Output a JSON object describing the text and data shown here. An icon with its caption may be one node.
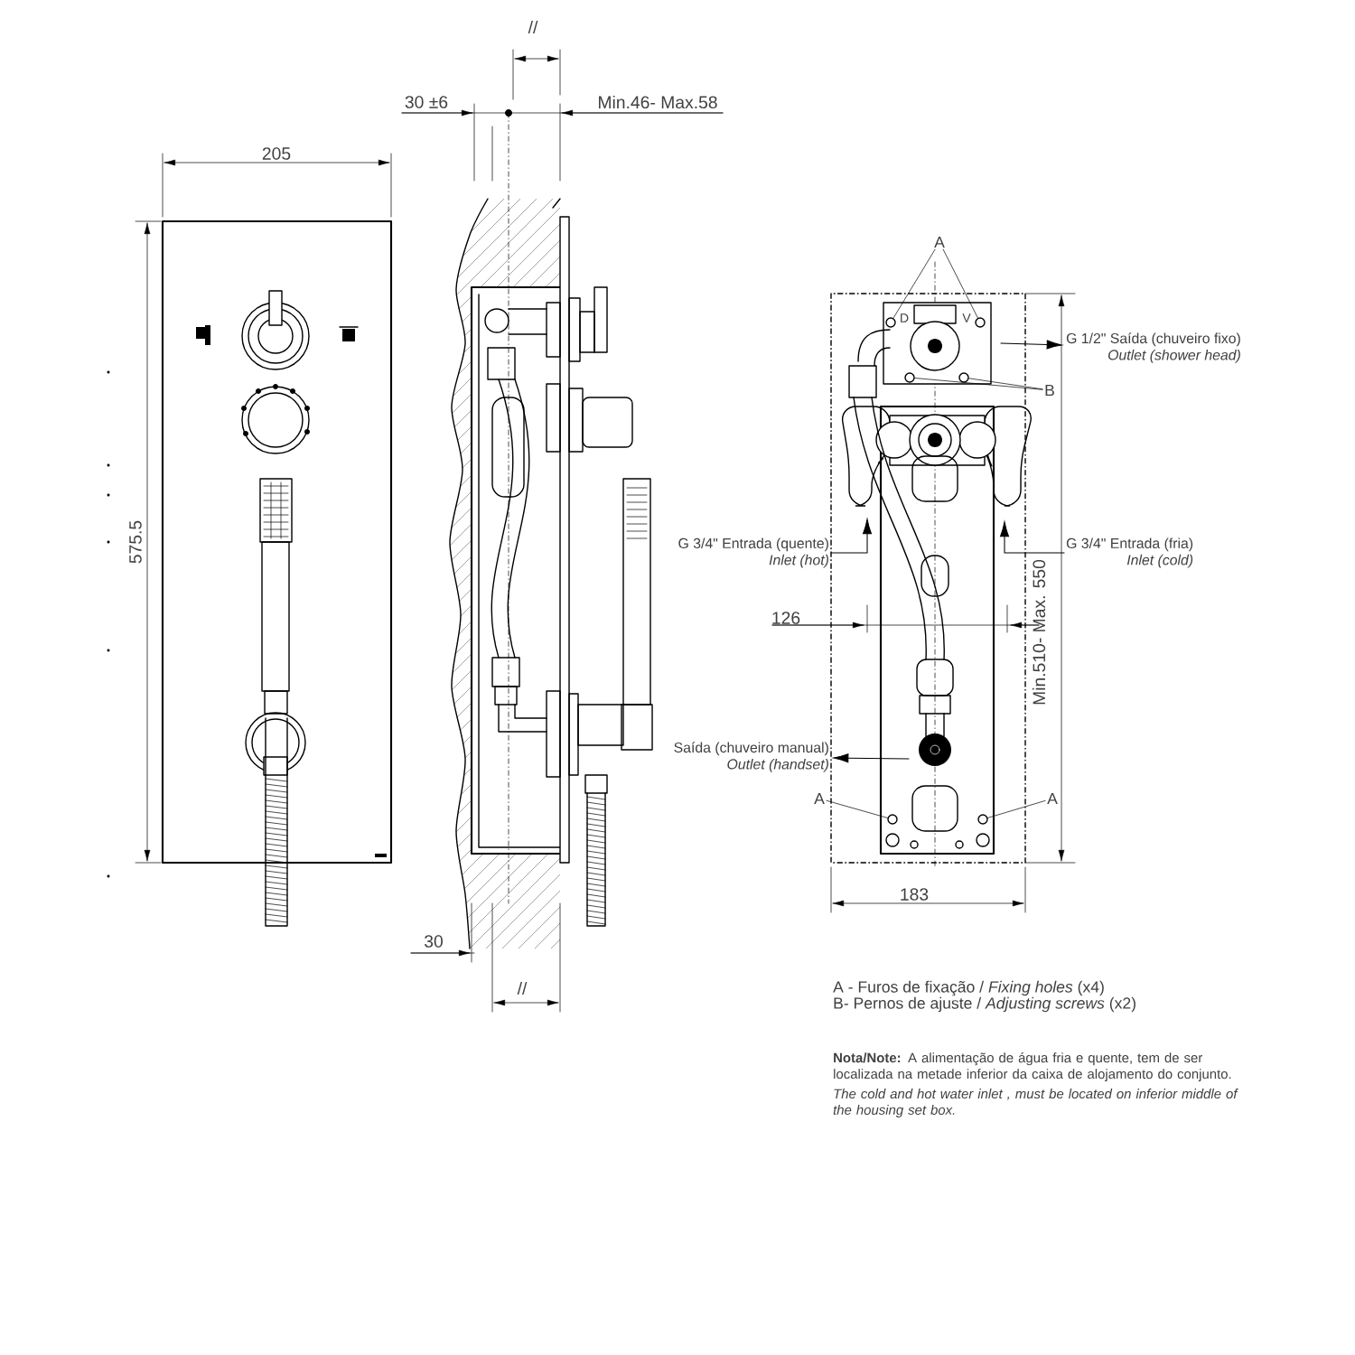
{
  "diagram": {
    "nodes": [
      {
        "text": [
          "A"
        ]
      },
      {
        "text": [],
        "shape": "circle"
      },
      {
        "text": [],
        "shape": "circle"
      },
      {
        "text": [
          "G 1/2\" Saída (chuveiro fixo)",
          "Outlet (shower head)"
        ]
      },
      {
        "text": [
          "B"
        ]
      },
      {
        "text": [],
        "shape": "circle"
      },
      {
        "text": [],
        "shape": "circle"
      },
      {
        "text": [
          "G 3/4\" Entrada (quente)",
          "Inlet (hot)"
        ]
      },
      {
        "text": [
          "G 3/4\" Entrada (fria)",
          "Inlet (cold)"
        ]
      },
      {
        "text": [
          "Saída (chuveiro manual)",
          "Outlet (handset)"
        ]
      },
      {
        "text": [
          "A"
        ]
      },
      {
        "text": [],
        "shape": "circle"
      },
      {
        "text": [
          "A"
        ]
      },
      {
        "text": [],
        "shape": "circle"
      }
    ],
    "edges": [
      {
        "from": 0,
        "to": 1,
        "arrow": "none"
      },
      {
        "from": 0,
        "to": 2,
        "arrow": "none"
      },
      {
        "from": null,
        "to": 3,
        "arrow": "to"
      },
      {
        "from": 4,
        "to": 5,
        "arrow": "none"
      },
      {
        "from": 4,
        "to": 6,
        "arrow": "none"
      },
      {
        "from": 7,
        "to": null,
        "arrow": "to"
      },
      {
        "from": 8,
        "to": null,
        "arrow": "to"
      },
      {
        "from": null,
        "to": 9,
        "arrow": "to"
      },
      {
        "from": 10,
        "to": 11,
        "arrow": "none"
      },
      {
        "from": 12,
        "to": 13,
        "arrow": "none"
      }
    ],
    "labels": [
      "//",
      "30 ±6",
      "Min.46- Max.58",
      "205",
      "575.5",
      "D",
      "V",
      "126",
      "Min.510- Max. 550",
      "183",
      "30",
      "//",
      "A - Furos de fixação / *Fixing holes* (x4)",
      "B- Pernos de ajuste / *Adjusting screws* (x2)",
      "**Nota/Note:** A alimentação de água fria e quente, tem de ser localizada na metade inferior da caixa de alojamento do conjunto.",
      "The cold and hot water inlet , must be located on inferior middle of the housing set box."
    ]
  }
}
